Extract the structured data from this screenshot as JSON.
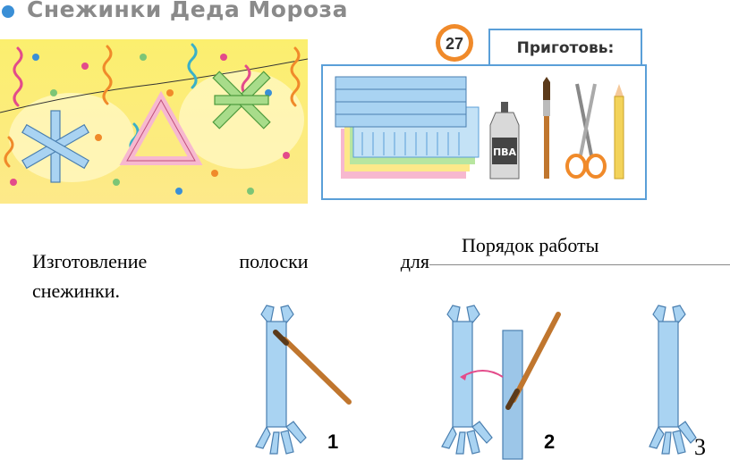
{
  "header": {
    "title": "Снежинки Деда Мороза",
    "badge_number": "27",
    "prepare_label": "Приготовь:"
  },
  "materials": {
    "glue_label": "ПВА",
    "items": [
      "paper-sheets-icon",
      "glue-bottle-icon",
      "brush-icon",
      "scissors-icon",
      "pencil-icon"
    ]
  },
  "instructions": {
    "heading": "Порядок работы",
    "words": [
      "Изготовление",
      "полоски",
      "для"
    ],
    "line2": "снежинки.",
    "steps": [
      "1",
      "2",
      "3"
    ]
  },
  "colors": {
    "accent": "#3a8fd6",
    "badge": "#f08a2a",
    "strip_blue": "#a9d3f2",
    "scene_yellow": "#fbef6e"
  }
}
